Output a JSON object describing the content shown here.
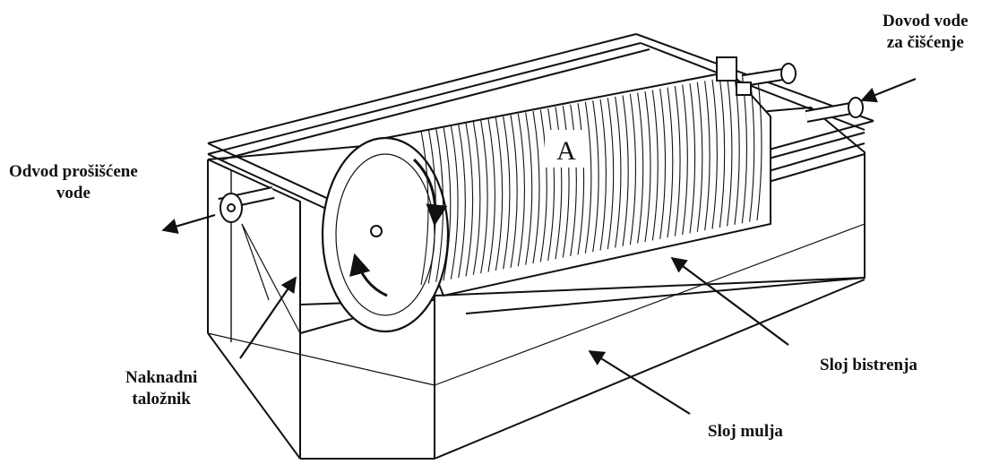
{
  "labels": {
    "drum_marker": "A",
    "inlet_cleaning_water": [
      "Dovod vode",
      "za čišćenje"
    ],
    "outlet_filtered_water": [
      "Odvod prošišćene",
      "vode"
    ],
    "post_settler": [
      "Naknadni",
      "taložnik"
    ],
    "clarification_layer": "Sloj bistrenja",
    "sludge_layer": "Sloj mulja"
  },
  "colors": {
    "ink": "#111111",
    "background": "#ffffff"
  }
}
